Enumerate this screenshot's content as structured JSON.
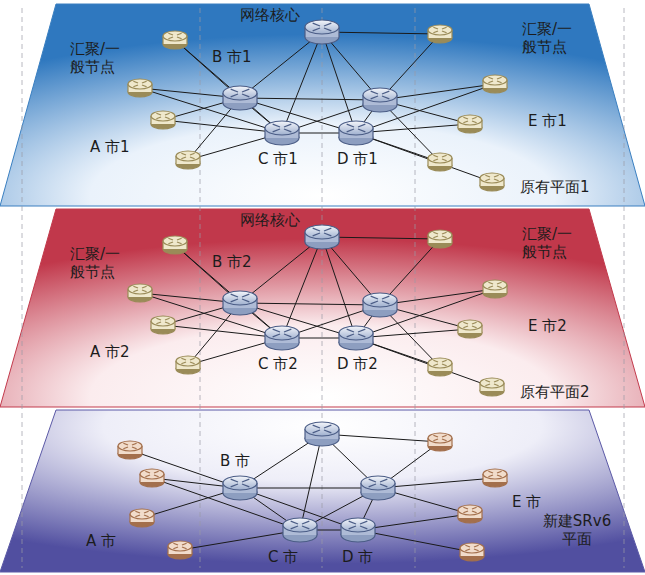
{
  "diagram": {
    "nodes": [
      {
        "text": [
          "汇聚/一般节点",
          "网络核心",
          "汇聚/一般节点",
          "B 市1",
          "E 市1",
          "A 市1",
          "C 市1",
          "D 市1",
          "原有平面1"
        ]
      },
      {
        "text": [
          "汇聚/一般节点",
          "网络核心",
          "汇聚/一般节点",
          "B 市2",
          "E 市2",
          "A 市2",
          "C 市2",
          "D 市2",
          "原有平面2"
        ]
      },
      {
        "text": [
          "B 市",
          "E 市",
          "A 市",
          "C 市",
          "D 市",
          "新建SRv6 平面"
        ]
      }
    ]
  }
}
